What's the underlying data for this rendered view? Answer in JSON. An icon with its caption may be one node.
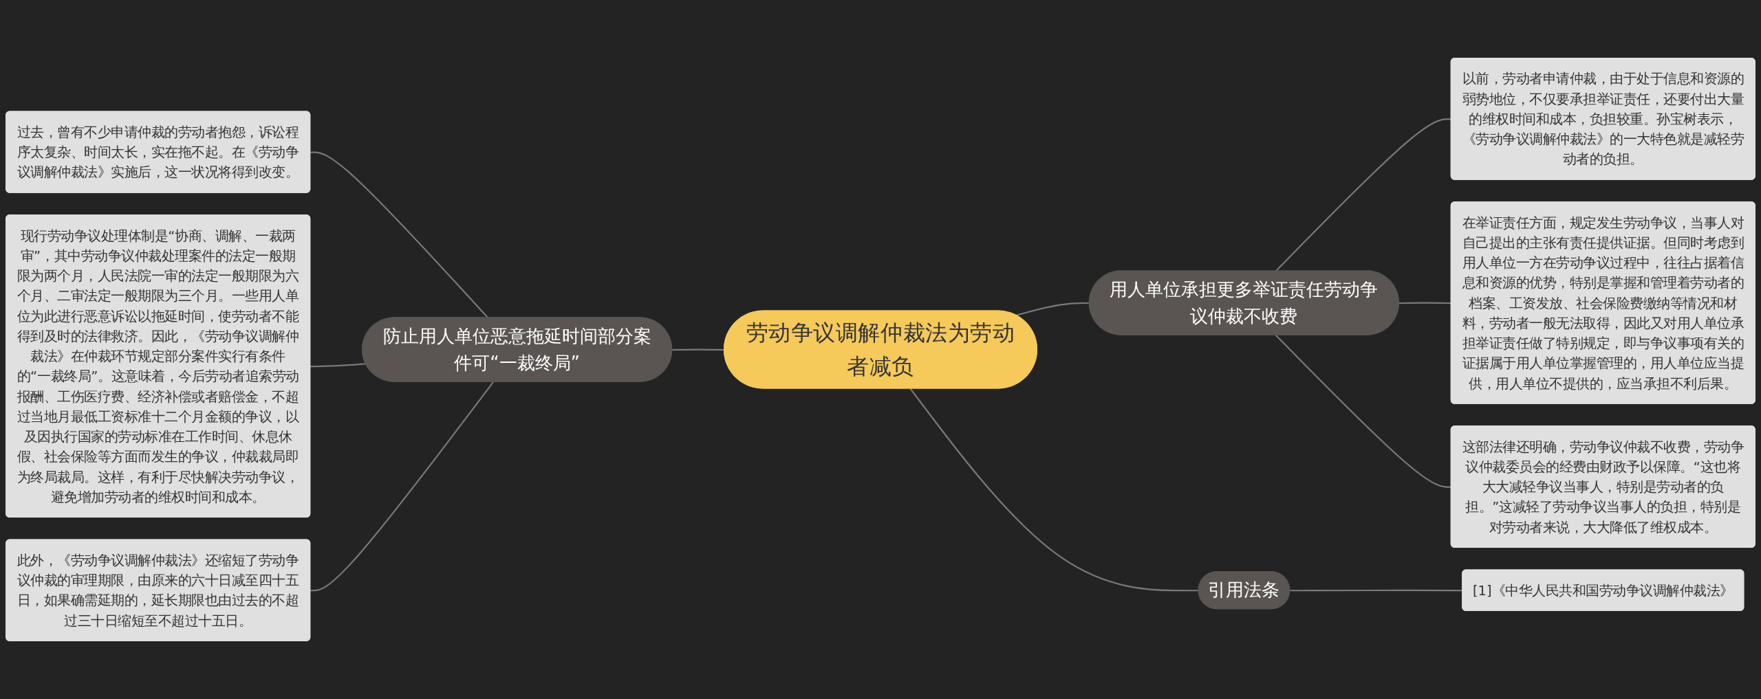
{
  "diagram": {
    "nodes": [
      {
        "text": [
          "劳动争议调解仲裁法为劳动者减负"
        ]
      },
      {
        "text": [
          "防止用人单位恶意拖延时间部分案件可“一裁终局”"
        ]
      },
      {
        "text": [
          "过去，曾有不少申请仲裁的劳动者抱怨，诉讼程序太复杂、时间太长，实在拖不起。在《劳动争议调解仲裁法》实施后，这一状况将得到改变。"
        ]
      },
      {
        "text": [
          "现行劳动争议处理体制是“协商、调解、一裁两审”，其中劳动争议仲裁处理案件的法定一般期限为两个月，人民法院一审的法定一般期限为六个月、二审法定一般期限为三个月。一些用人单位为此进行恶意诉讼以拖延时间，使劳动者不能得到及时的法律救济。因此，《劳动争议调解仲裁法》在仲裁环节规定部分案件实行有条件的“一裁终局”。这意味着，今后劳动者追索劳动报酬、工伤医疗费、经济补偿或者赔偿金，不超过当地月最低工资标准十二个月金额的争议，以及因执行国家的劳动标准在工作时间、休息休假、社会保险等方面而发生的争议，仲裁裁局即为终局裁局。这样，有利于尽快解决劳动争议，避免增加劳动者的维权时间和成本。"
        ]
      },
      {
        "text": [
          "此外，《劳动争议调解仲裁法》还缩短了劳动争议仲裁的审理期限，由原来的六十日减至四十五日，如果确需延期的，延长期限也由过去的不超过三十日缩短至不超过十五日。"
        ]
      },
      {
        "text": [
          "用人单位承担更多举证责任劳动争议仲裁不收费"
        ]
      },
      {
        "text": [
          "以前，劳动者申请仲裁，由于处于信息和资源的弱势地位，不仅要承担举证责任，还要付出大量的维权时间和成本，负担较重。孙宝树表示，《劳动争议调解仲裁法》的一大特色就是减轻劳动者的负担。"
        ]
      },
      {
        "text": [
          "在举证责任方面，规定发生劳动争议，当事人对自己提出的主张有责任提供证据。但同时考虑到用人单位一方在劳动争议过程中，往往占据着信息和资源的优势，特别是掌握和管理着劳动者的档案、工资发放、社会保险费缴纳等情况和材料，劳动者一般无法取得，因此又对用人单位承担举证责任做了特别规定，即与争议事项有关的证据属于用人单位掌握管理的，用人单位应当提供，用人单位不提供的，应当承担不利后果。"
        ]
      },
      {
        "text": [
          "这部法律还明确，劳动争议仲裁不收费，劳动争议仲裁委员会的经费由财政予以保障。“这也将大大减轻争议当事人，特别是劳动者的负担。”这减轻了劳动争议当事人的负担，特别是对劳动者来说，大大降低了维权成本。"
        ]
      },
      {
        "text": [
          "引用法条"
        ]
      },
      {
        "text": [
          "[1]《中华人民共和国劳动争议调解仲裁法》"
        ]
      }
    ],
    "edges": [
      {
        "from": 2,
        "to": 1,
        "arrow": "none"
      },
      {
        "from": 3,
        "to": 1,
        "arrow": "none"
      },
      {
        "from": 4,
        "to": 1,
        "arrow": "none"
      },
      {
        "from": 1,
        "to": 0,
        "arrow": "none"
      },
      {
        "from": 0,
        "to": 5,
        "arrow": "none"
      },
      {
        "from": 5,
        "to": 6,
        "arrow": "none"
      },
      {
        "from": 5,
        "to": 7,
        "arrow": "none"
      },
      {
        "from": 5,
        "to": 8,
        "arrow": "none"
      },
      {
        "from": 0,
        "to": 9,
        "arrow": "none"
      },
      {
        "from": 9,
        "to": 10,
        "arrow": "none"
      }
    ]
  }
}
